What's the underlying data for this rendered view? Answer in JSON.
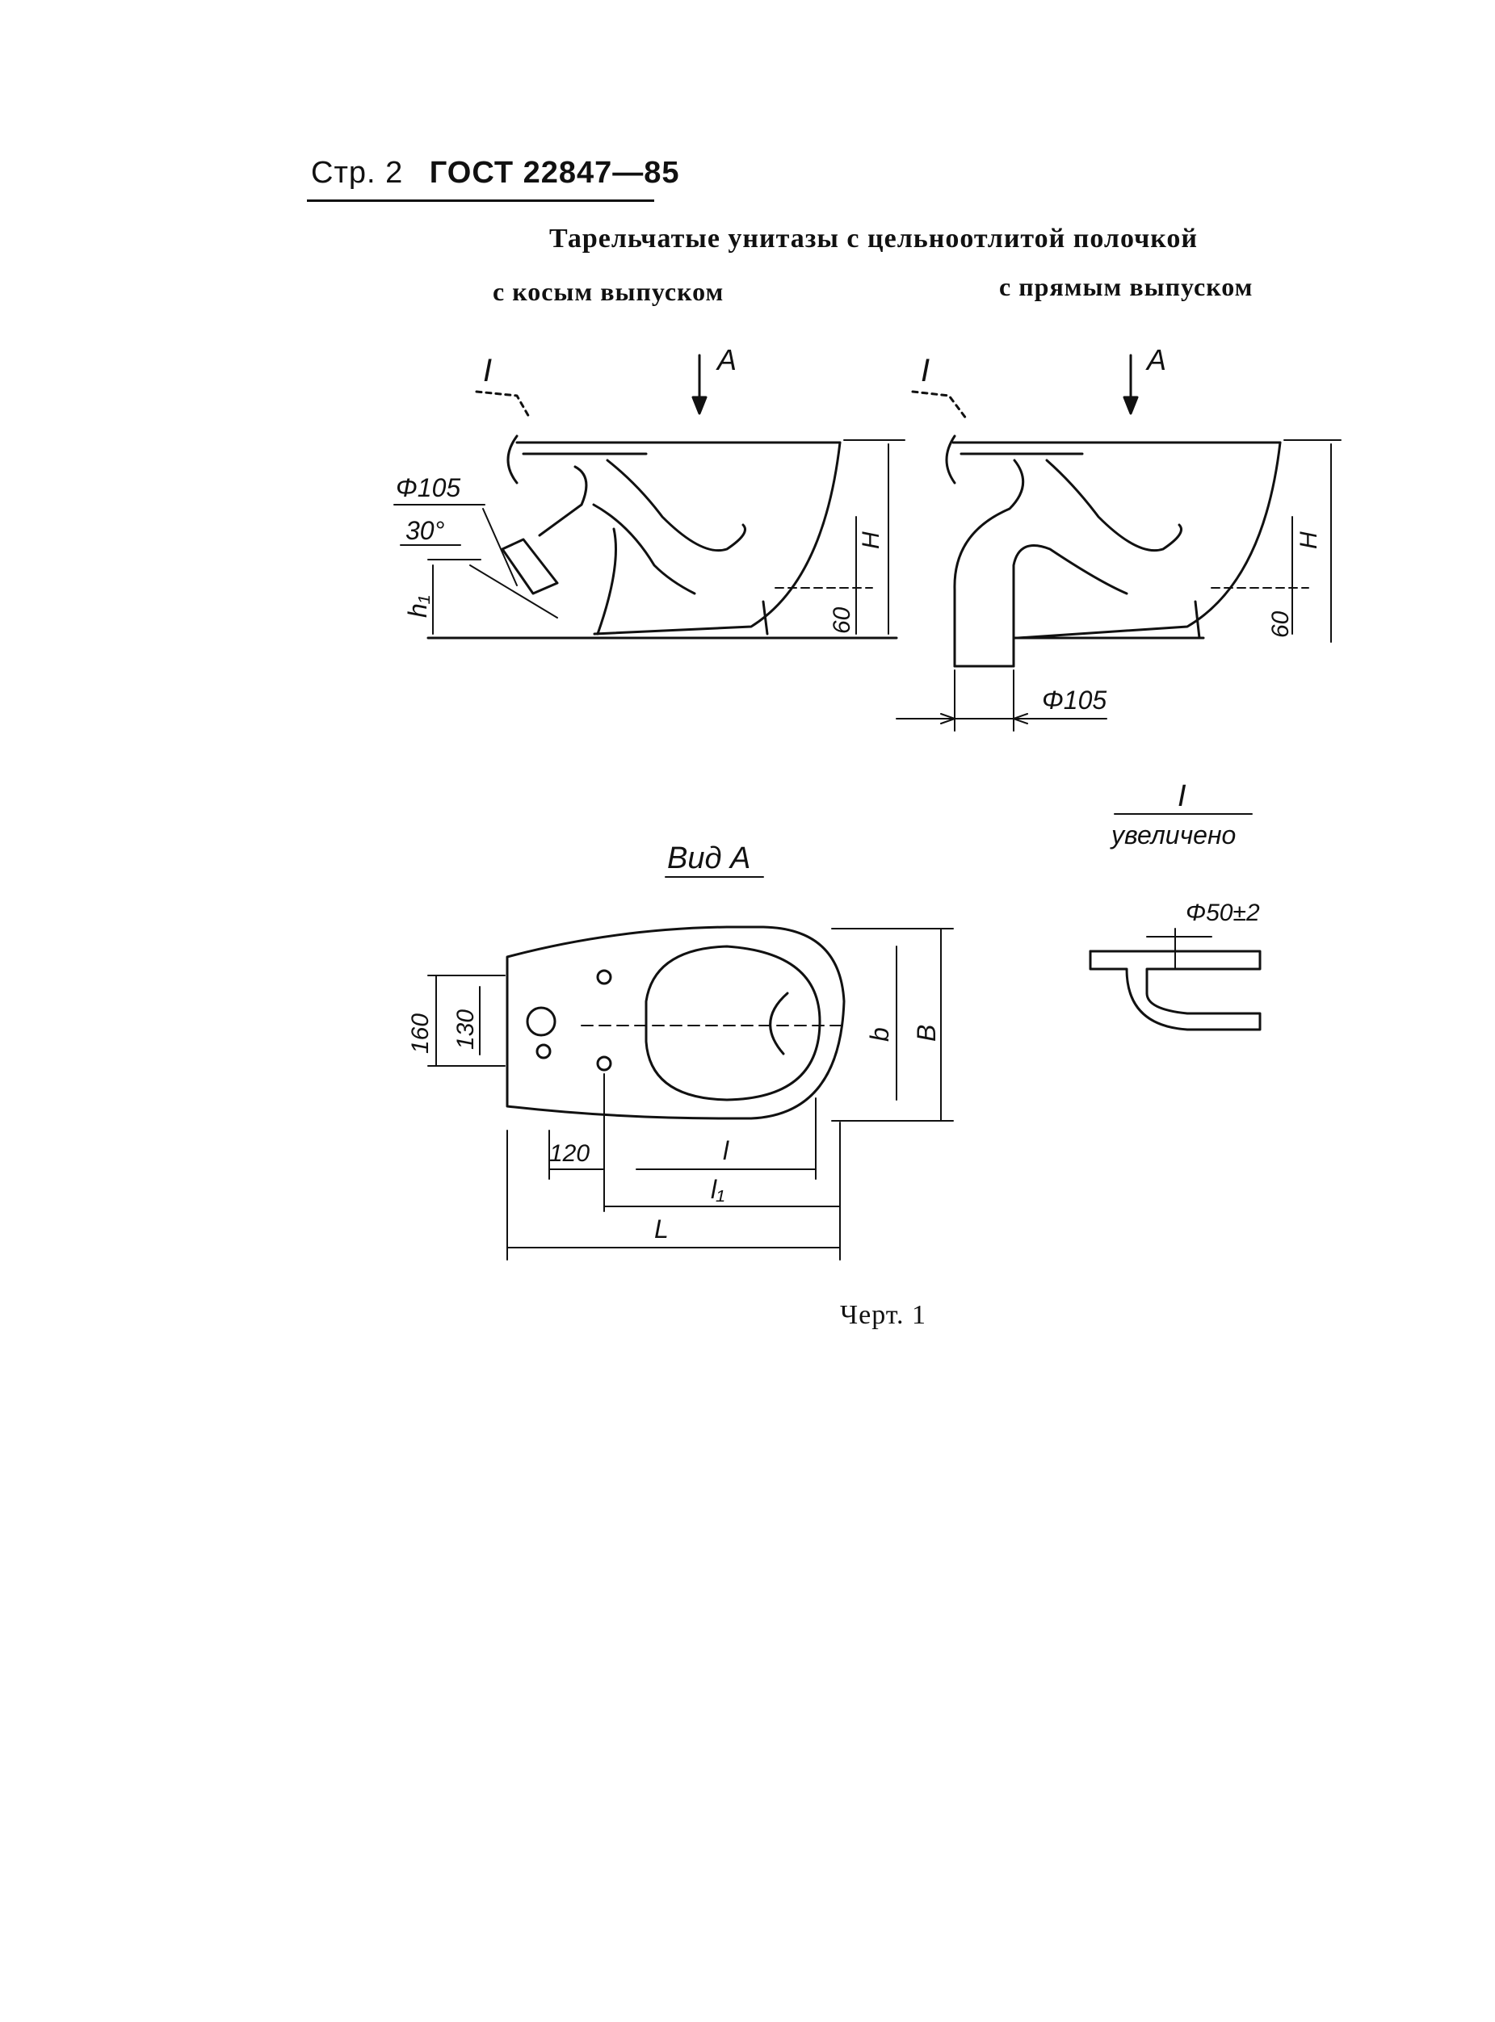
{
  "header": {
    "page_label": "Стр. 2",
    "standard": "ГОСТ 22847—85"
  },
  "title": "Тарельчатые унитазы с цельноотлитой полочкой",
  "subtitles": {
    "left": "с косым выпуском",
    "right": "с прямым выпуском"
  },
  "drawing_labels": {
    "callout_one": "I",
    "view_arrow": "A",
    "diameter_outlet": "Φ105",
    "angle": "30°",
    "h1": "h₁",
    "height_H": "H",
    "dim_60": "60",
    "view_a": "Вид A",
    "detail_one": "I",
    "enlarged": "увеличено",
    "diameter_detail": "Φ50±2",
    "dim_160": "160",
    "dim_130": "130",
    "dim_120": "120",
    "dim_b": "b",
    "dim_B": "B",
    "dim_l": "l",
    "dim_l1": "l₁",
    "dim_L": "L"
  },
  "caption": "Черт. 1"
}
